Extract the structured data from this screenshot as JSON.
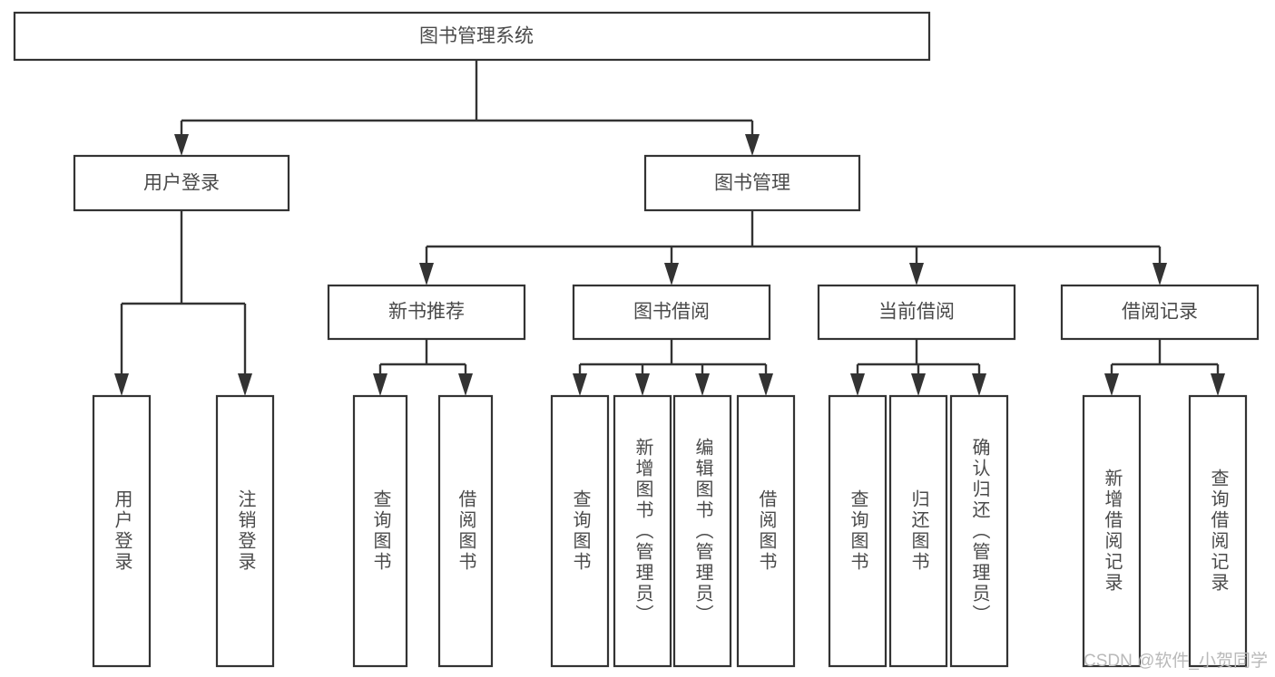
{
  "diagram": {
    "type": "tree",
    "title": "图书管理系统",
    "colors": {
      "background": "#ffffff",
      "box_stroke": "#333333",
      "box_fill": "#ffffff",
      "text": "#4a4a4a",
      "connector": "#333333",
      "watermark": "#b9b9b9"
    },
    "root": {
      "label": "图书管理系统"
    },
    "level2": [
      {
        "label": "用户登录"
      },
      {
        "label": "图书管理"
      }
    ],
    "level3": [
      {
        "label": "新书推荐"
      },
      {
        "label": "图书借阅"
      },
      {
        "label": "当前借阅"
      },
      {
        "label": "借阅记录"
      }
    ],
    "leaves": {
      "user_login": [
        {
          "label": "用户登录"
        },
        {
          "label": "注销登录"
        }
      ],
      "new_book_recommend": [
        {
          "label": "查询图书"
        },
        {
          "label": "借阅图书"
        }
      ],
      "book_borrow": [
        {
          "label": "查询图书"
        },
        {
          "label": "新增图书（管理员）"
        },
        {
          "label": "编辑图书（管理员）"
        },
        {
          "label": "借阅图书"
        }
      ],
      "current_borrow": [
        {
          "label": "查询图书"
        },
        {
          "label": "归还图书"
        },
        {
          "label": "确认归还（管理员）"
        }
      ],
      "borrow_record": [
        {
          "label": "新增借阅记录"
        },
        {
          "label": "查询借阅记录"
        }
      ]
    }
  },
  "watermark": {
    "text": "CSDN @软件_小贺同学"
  }
}
